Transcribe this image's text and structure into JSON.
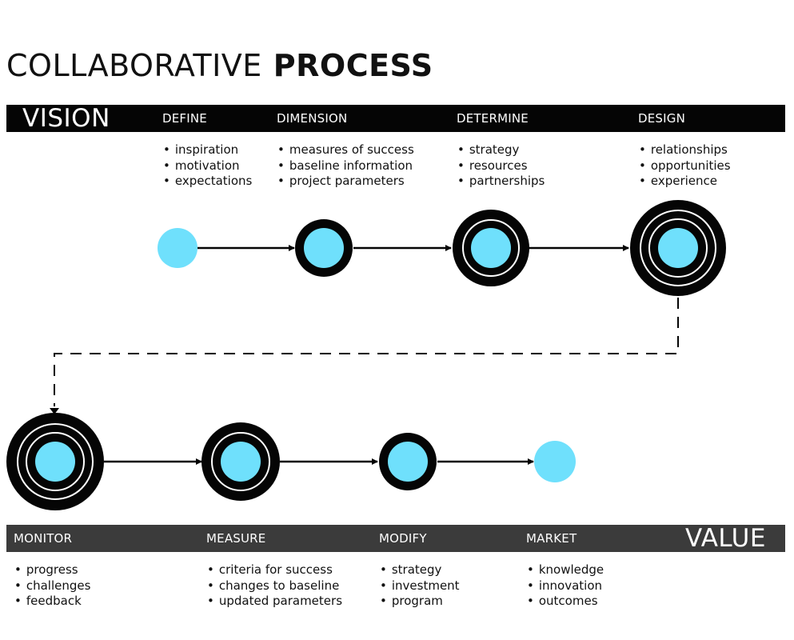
{
  "title": {
    "regular": "COLLABORATIVE",
    "bold": "PROCESS"
  },
  "top_bar": {
    "label": "VISION"
  },
  "bottom_bar": {
    "label": "VALUE"
  },
  "top_stages": [
    {
      "name": "DEFINE",
      "bullets": [
        "inspiration",
        "motivation",
        "expectations"
      ]
    },
    {
      "name": "DIMENSION",
      "bullets": [
        "measures of success",
        "baseline information",
        "project parameters"
      ]
    },
    {
      "name": "DETERMINE",
      "bullets": [
        "strategy",
        "resources",
        "partnerships"
      ]
    },
    {
      "name": "DESIGN",
      "bullets": [
        "relationships",
        "opportunities",
        "experience"
      ]
    }
  ],
  "bottom_stages": [
    {
      "name": "MONITOR",
      "bullets": [
        "progress",
        "challenges",
        "feedback"
      ]
    },
    {
      "name": "MEASURE",
      "bullets": [
        "criteria for success",
        "changes to baseline",
        "updated parameters"
      ]
    },
    {
      "name": "MODIFY",
      "bullets": [
        "strategy",
        "investment",
        "program"
      ]
    },
    {
      "name": "MARKET",
      "bullets": [
        "knowledge",
        "innovation",
        "outcomes"
      ]
    }
  ],
  "colors": {
    "node_fill": "#6fe0fc",
    "ring": "#050505",
    "top_bar": "#050505",
    "bottom_bar": "#3b3b3b"
  }
}
